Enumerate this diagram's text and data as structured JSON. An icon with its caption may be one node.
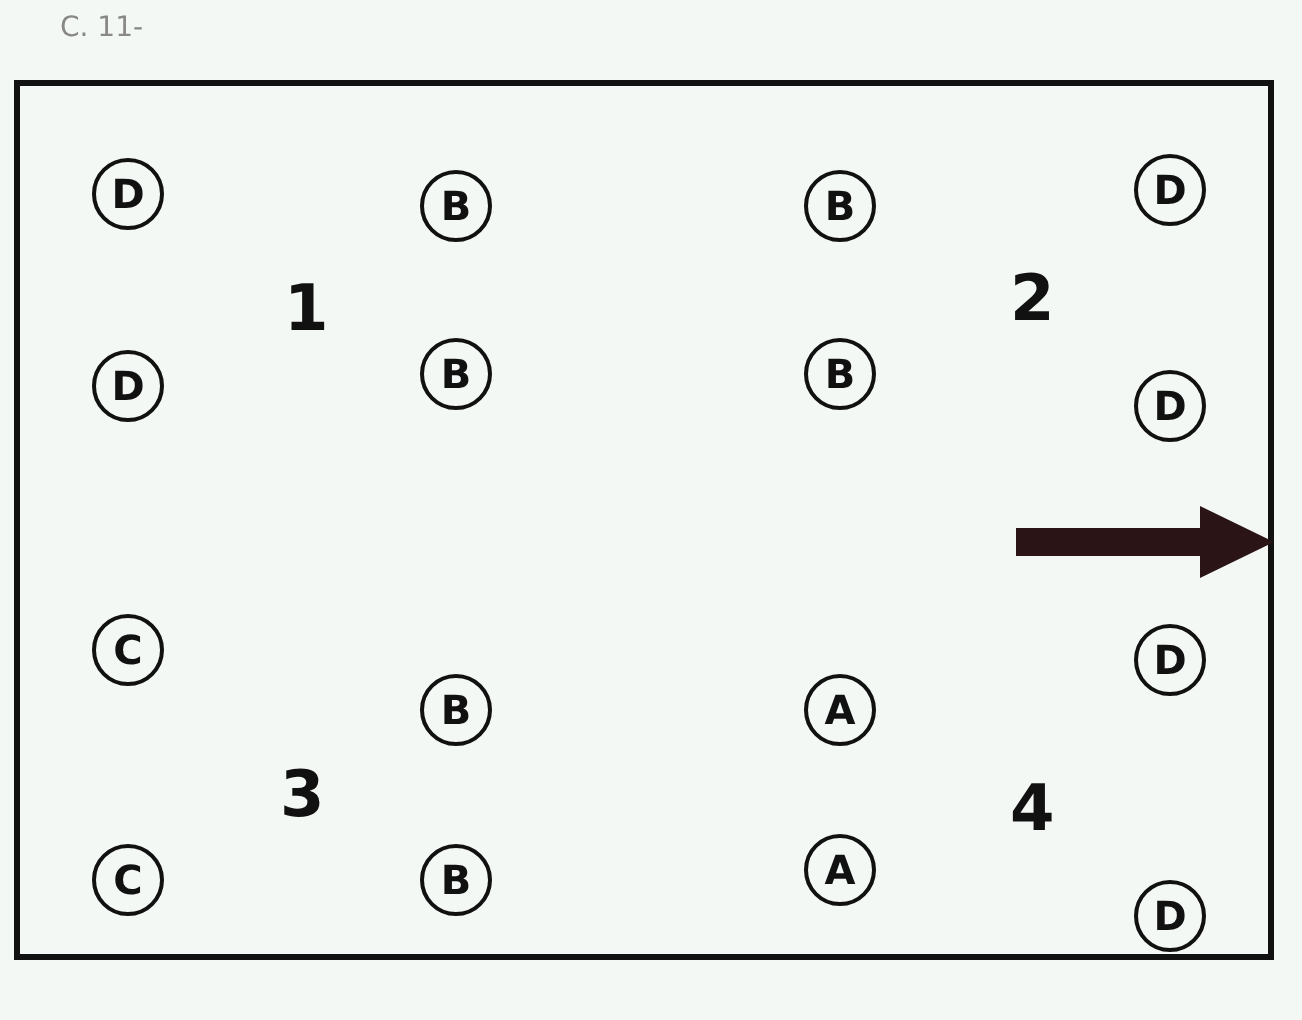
{
  "diagram": {
    "title": "C. 11-",
    "nodes": [
      {
        "text": [
          "D"
        ]
      },
      {
        "text": [
          "B"
        ]
      },
      {
        "text": [
          "B"
        ]
      },
      {
        "text": [
          "D"
        ]
      },
      {
        "text": [
          "D"
        ]
      },
      {
        "text": [
          "B"
        ]
      },
      {
        "text": [
          "B"
        ]
      },
      {
        "text": [
          "D"
        ]
      },
      {
        "text": [
          "C"
        ]
      },
      {
        "text": [
          "B"
        ]
      },
      {
        "text": [
          "A"
        ]
      },
      {
        "text": [
          "D"
        ]
      },
      {
        "text": [
          "C"
        ]
      },
      {
        "text": [
          "B"
        ]
      },
      {
        "text": [
          "A"
        ]
      },
      {
        "text": [
          "D"
        ]
      }
    ],
    "labels": [
      "1",
      "2",
      "3",
      "4"
    ]
  }
}
